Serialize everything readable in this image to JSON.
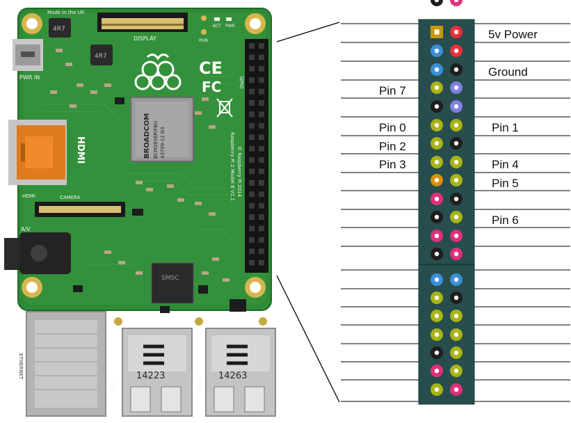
{
  "board": {
    "made_in": "Made in the UK",
    "display": "DISPLAY",
    "pwr_in": "PWR IN",
    "hdmi": "HDMI",
    "hdmi_small": "HDMI",
    "camera": "CAMERA",
    "av": "A/V",
    "ethernet": "ETHERNET",
    "usb_left": "USB",
    "usb_right": "USB",
    "gpio": "GPIO",
    "model_text": "Raspberry Pi 2 Model B V1.1",
    "copyright_text": "© Raspberry Pi 2014",
    "soc_text": "BROADCOM",
    "soc_part": "BCM2836RIFBG",
    "soc_code": "43709-12 N3",
    "smsc": "SMSC",
    "chip_4r7_a": "4R7",
    "chip_4r7_b": "4R7",
    "usb_code_left": "14223",
    "usb_code_right": "14263",
    "act": "ACT",
    "pwr_led": "PWR",
    "run": "RUN",
    "ce_mark": "CE",
    "fcc_mark": "FC"
  },
  "labels": {
    "power": "5v Power",
    "ground": "Ground",
    "pin7": "Pin 7",
    "pin0": "Pin 0",
    "pin1": "Pin 1",
    "pin2": "Pin 2",
    "pin3": "Pin 3",
    "pin4": "Pin 4",
    "pin5": "Pin 5",
    "pin6": "Pin 6"
  },
  "header_colors": {
    "square": "#c8960a",
    "red": "#e8303a",
    "blue": "#3b8fd8",
    "black": "#1e1e1e",
    "olive": "#a8b416",
    "purple": "#8080e0",
    "orange": "#d4900a",
    "magenta": "#e0307a"
  },
  "header_pins": [
    [
      "square",
      "red"
    ],
    [
      "blue",
      "red"
    ],
    [
      "blue",
      "black"
    ],
    [
      "olive",
      "purple"
    ],
    [
      "black",
      "purple"
    ],
    [
      "olive",
      "olive"
    ],
    [
      "olive",
      "black"
    ],
    [
      "olive",
      "olive"
    ],
    [
      "orange",
      "olive"
    ],
    [
      "magenta",
      "black"
    ],
    [
      "black",
      "olive"
    ],
    [
      "magenta",
      "magenta"
    ],
    [
      "black",
      "magenta"
    ],
    [
      "blue",
      "blue"
    ],
    [
      "olive",
      "black"
    ],
    [
      "olive",
      "olive"
    ],
    [
      "olive",
      "olive"
    ],
    [
      "black",
      "olive"
    ],
    [
      "magenta",
      "olive"
    ],
    [
      "olive",
      "magenta"
    ],
    [
      "black",
      "magenta"
    ]
  ]
}
